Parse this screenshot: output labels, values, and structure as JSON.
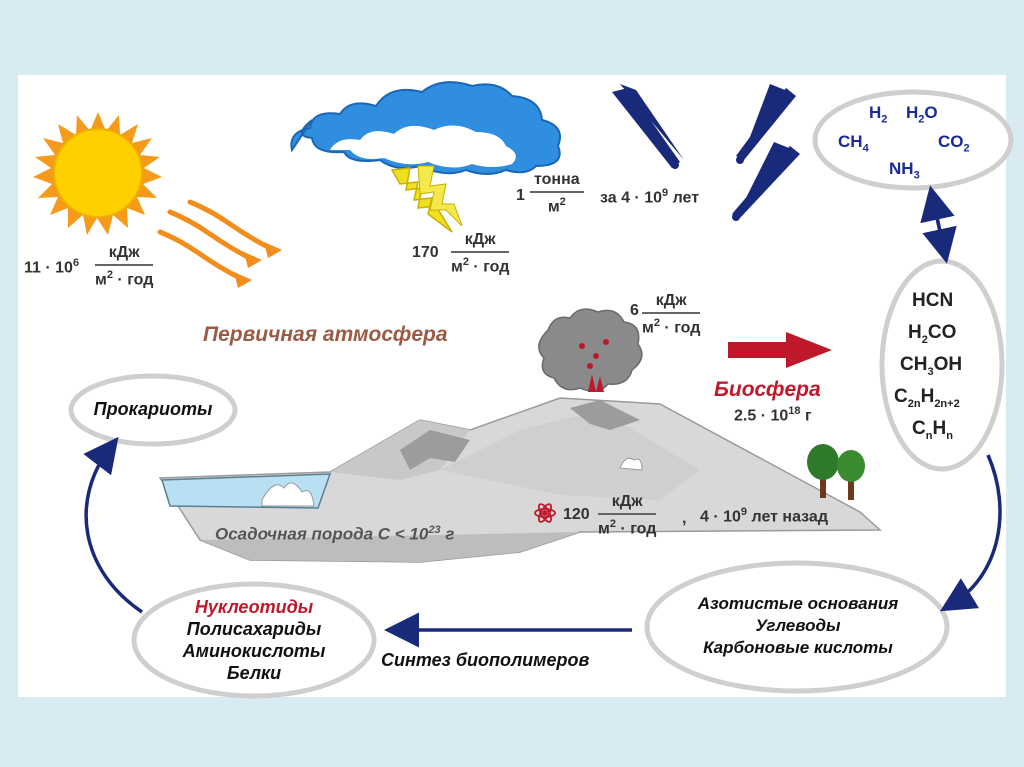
{
  "colors": {
    "background": "#d8eaf2",
    "slide": "#ffffff",
    "text": "#333333",
    "accent_brown": "#9c5a46",
    "accent_red": "#c0182b",
    "chem_blue": "#1a2a9a",
    "arrow_navy": "#1a2a7a"
  },
  "icons": [
    "sun-icon",
    "cloud-icon",
    "lightning-icon",
    "meteor-icon",
    "volcano-icon",
    "mountains-icon",
    "trees-icon",
    "atom-icon",
    "arrow-icon"
  ],
  "sun": {
    "coef": "11 · 10",
    "exp": "6",
    "num": "кДж",
    "den_unit": "м",
    "den_exp": "2",
    "den_tail": " · год"
  },
  "lightning": {
    "coef": "170",
    "num": "кДж",
    "den_unit": "м",
    "den_exp": "2",
    "den_tail": " · год"
  },
  "meteor": {
    "coef": "1",
    "num": "тонна",
    "den_unit": "м",
    "den_exp": "2",
    "period_pre": "за 4 · 10",
    "period_exp": "9",
    "period_post": " лет"
  },
  "volcano": {
    "coef": "6",
    "num": "кДж",
    "den_unit": "м",
    "den_exp": "2",
    "den_tail": " · год"
  },
  "atmosphere": {
    "label": "Первичная атмосфера"
  },
  "biosphere": {
    "label": "Биосфера",
    "mass_pre": "2.5 · 10",
    "mass_exp": "18",
    "mass_post": " г"
  },
  "radioactive": {
    "coef": "120",
    "num": "кДж",
    "den_unit": "м",
    "den_exp": "2",
    "den_tail": " · год",
    "sep": ",",
    "ago_pre": "4 · 10",
    "ago_exp": "9",
    "ago_post": " лет назад"
  },
  "sediment": {
    "pre": "Осадочная порода С < 10",
    "exp": "23",
    "post": " г"
  },
  "gases": {
    "h2": "H",
    "h2_sub": "2",
    "h2o_a": "H",
    "h2o_sub": "2",
    "h2o_b": "O",
    "ch4": "CH",
    "ch4_sub": "4",
    "co2": "CO",
    "co2_sub": "2",
    "nh3": "NH",
    "nh3_sub": "3"
  },
  "organics": {
    "hcn": "HCN",
    "h2co_a": "H",
    "h2co_sub": "2",
    "h2co_b": "CO",
    "ch3oh_a": "CH",
    "ch3oh_sub": "3",
    "ch3oh_b": "OH",
    "cnh_a": "C",
    "cnh_sub1": "2n",
    "cnh_b": "H",
    "cnh_sub2": "2n+2",
    "cn_a": "C",
    "cn_sub1": "n",
    "cn_b": "H",
    "cn_sub2": "n"
  },
  "monomers": {
    "line1": "Азотистые основания",
    "line2": "Углеводы",
    "line3": "Карбоновые кислоты"
  },
  "synthesis": {
    "label": "Синтез биополимеров"
  },
  "polymers": {
    "line1": "Нуклеотиды",
    "line2": "Полисахариды",
    "line3": "Аминокислоты",
    "line4": "Белки"
  },
  "prokaryotes": {
    "label": "Прокариоты"
  }
}
